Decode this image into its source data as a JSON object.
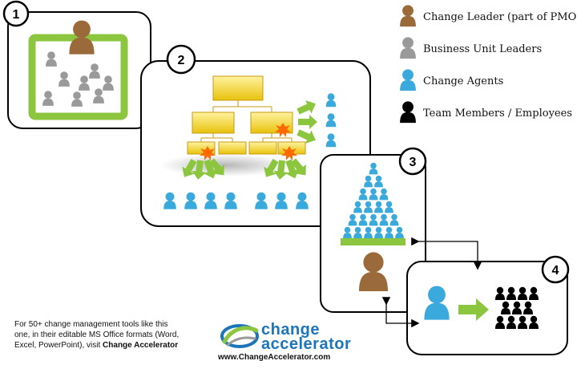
{
  "panels": [
    {
      "number": "1"
    },
    {
      "number": "2"
    },
    {
      "number": "3"
    },
    {
      "number": "4"
    }
  ],
  "legend": [
    {
      "label": "Change Leader (part of PMO)",
      "color": "#9b6a3a",
      "icon": "person-icon"
    },
    {
      "label": "Business Unit Leaders",
      "color": "#9a9a9a",
      "icon": "person-icon"
    },
    {
      "label": "Change Agents",
      "color": "#3aa9dc",
      "icon": "person-icon"
    },
    {
      "label": "Team Members / Employees",
      "color": "#000000",
      "icon": "person-icon"
    }
  ],
  "promo": {
    "line1": "For 50+ change management tools like this",
    "line2": "one, in their editable MS Office formats (Word,",
    "line3_prefix": "Excel, PowerPoint), visit",
    "link_text": "Change Accelerator"
  },
  "brand": {
    "line1": "change",
    "line2": "accelerator",
    "url": "www.ChangeAccelerator.com"
  },
  "colors": {
    "leader": "#9b6a3a",
    "unit_leader": "#9a9a9a",
    "agent": "#3aa9dc",
    "employee": "#000000",
    "green": "#8cc63f",
    "org_box": "#f0d32a"
  }
}
